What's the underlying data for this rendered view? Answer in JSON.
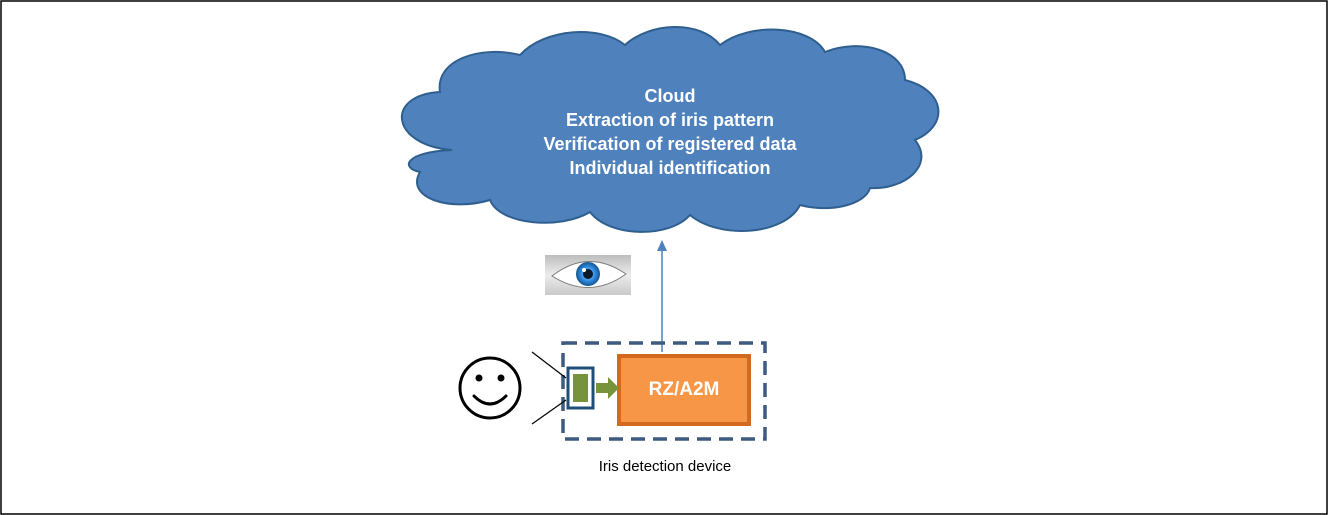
{
  "cloud": {
    "lines": [
      "Cloud",
      "Extraction of iris pattern",
      "Verification of registered data",
      "Individual identification"
    ],
    "fill": "#4f81bd",
    "stroke": "#2f5f8f"
  },
  "device": {
    "chip_label": "RZ/A2M",
    "chip_fill": "#f79646",
    "chip_stroke": "#d2691e",
    "caption": "Iris detection device",
    "border_color": "#3d5a80"
  },
  "icons": {
    "face": "smiley-face-icon",
    "eye": "eye-icon",
    "camera": "camera-sensor-icon"
  },
  "colors": {
    "arrow_blue": "#4f81bd",
    "arrow_green": "#77933c",
    "sensor_green": "#77933c",
    "sensor_border": "#1f4e79"
  }
}
